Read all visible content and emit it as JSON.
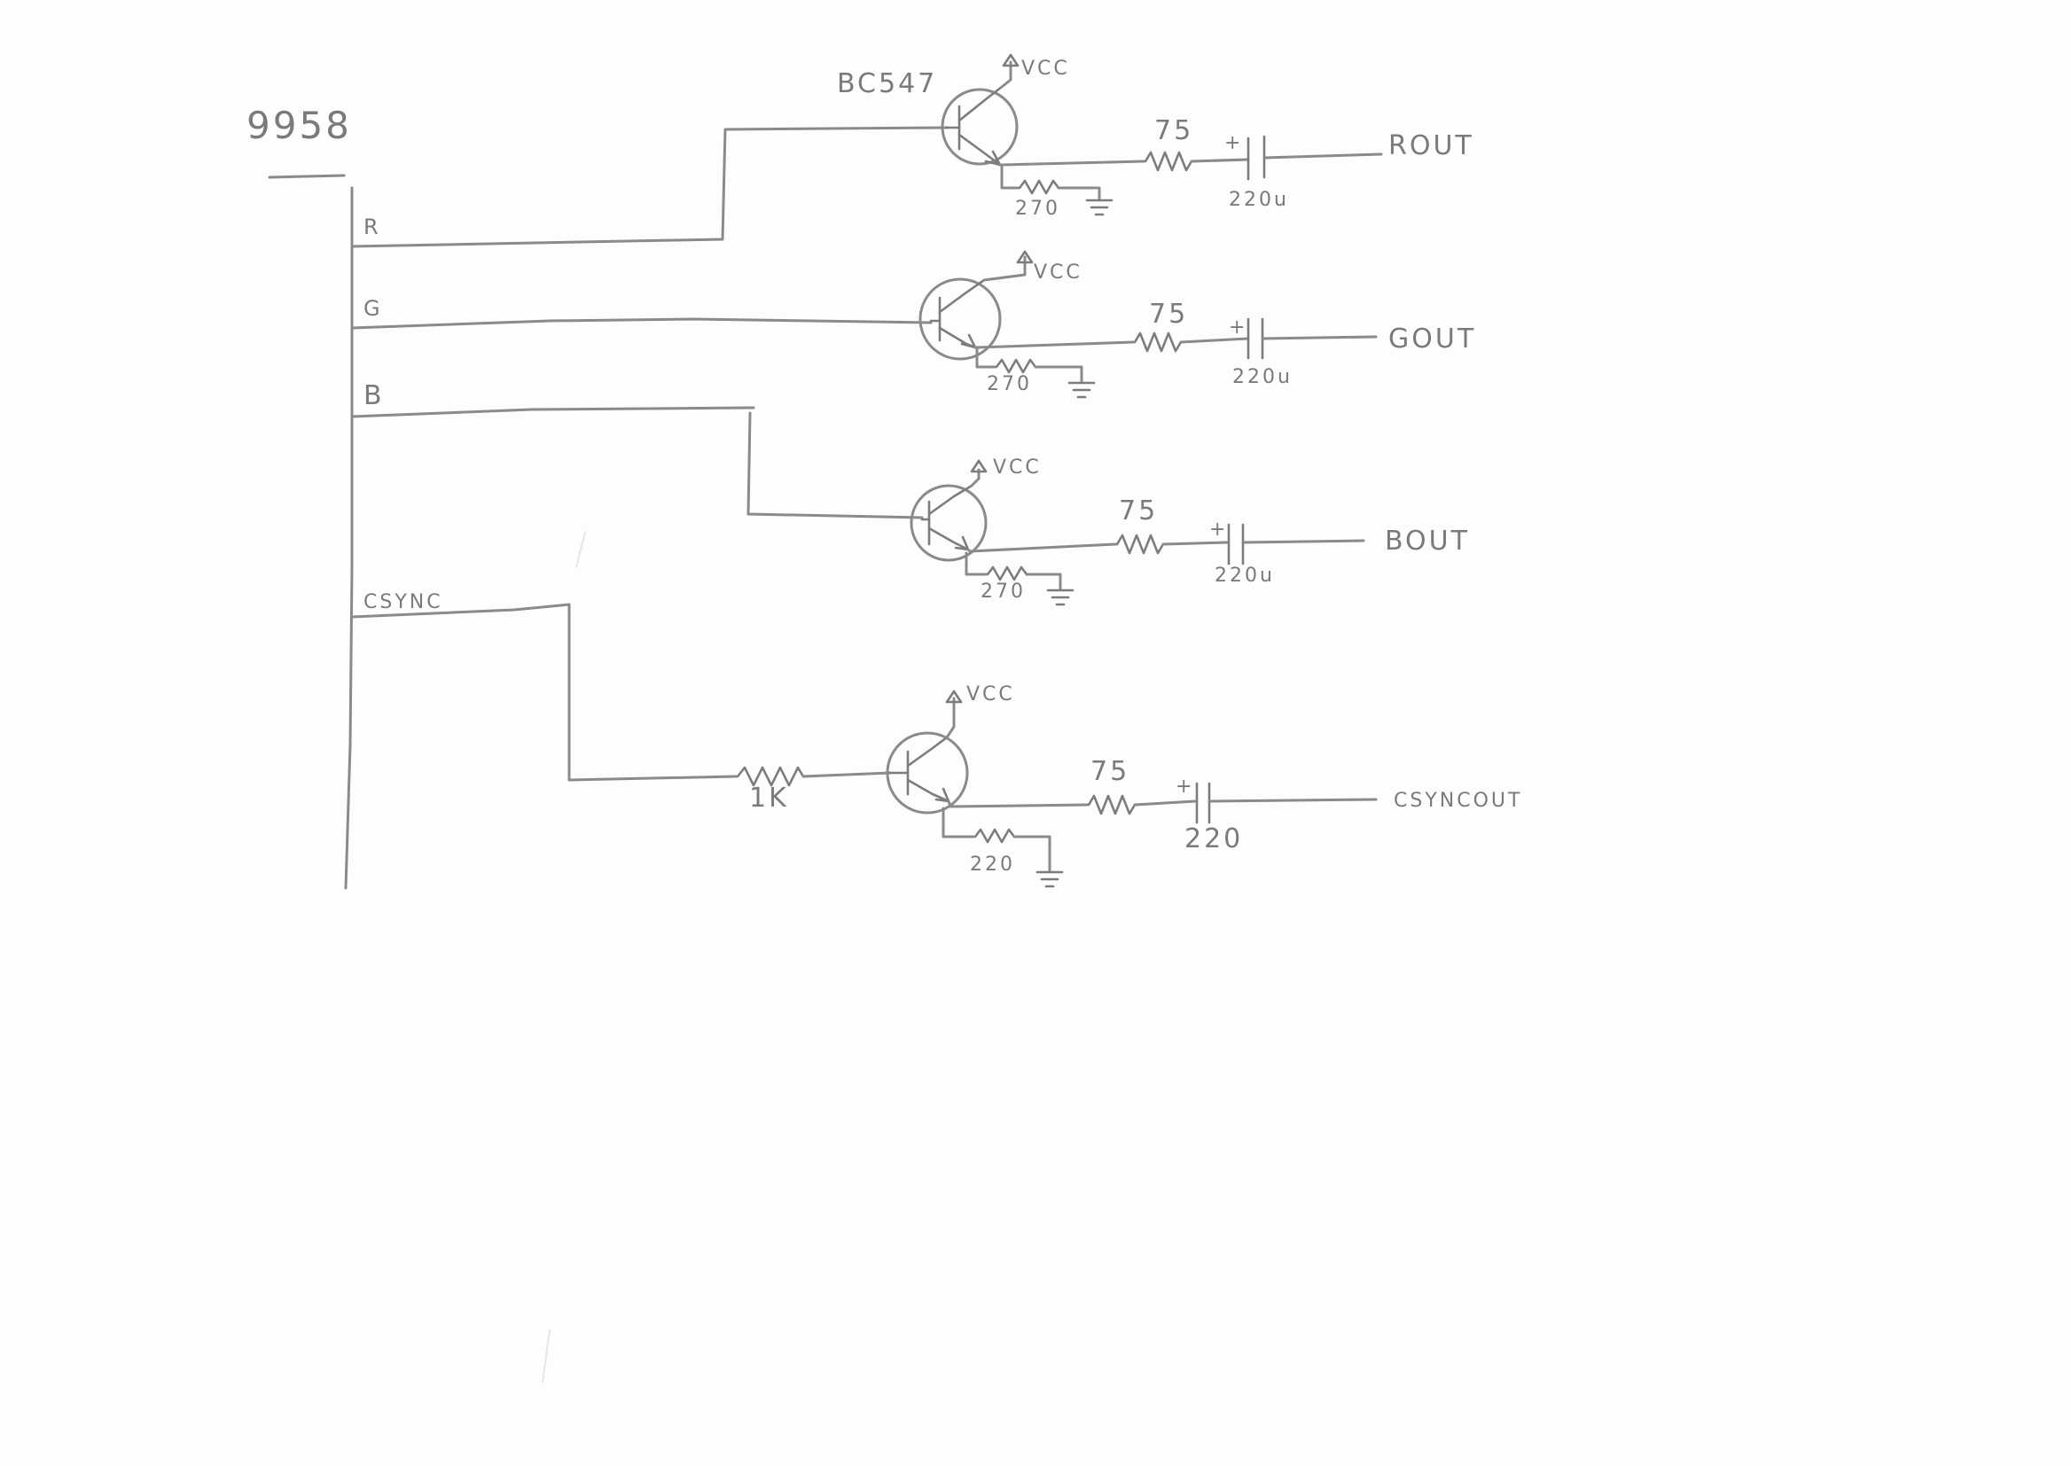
{
  "ic": {
    "label": "9958",
    "pins": [
      "R",
      "G",
      "B",
      "CSYNC"
    ]
  },
  "stages": [
    {
      "input": "R",
      "transistor": "BC547",
      "supply": "VCC",
      "series_resistor": "75",
      "emitter_resistor": "270",
      "capacitor": "220u",
      "output": "ROUT"
    },
    {
      "input": "G",
      "supply": "VCC",
      "series_resistor": "75",
      "emitter_resistor": "270",
      "capacitor": "220u",
      "output": "GOUT"
    },
    {
      "input": "B",
      "supply": "VCC",
      "series_resistor": "75",
      "emitter_resistor": "270",
      "capacitor": "220u",
      "output": "BOUT"
    },
    {
      "input": "CSYNC",
      "supply": "VCC",
      "base_resistor": "1K",
      "series_resistor": "75",
      "emitter_resistor": "220",
      "capacitor": "220",
      "output": "CSYNCOUT"
    }
  ],
  "symbols": {
    "capacitor_polarity": "+"
  },
  "colors": {
    "pencil": "#8a8a8a",
    "paper": "#fdfdfd"
  }
}
